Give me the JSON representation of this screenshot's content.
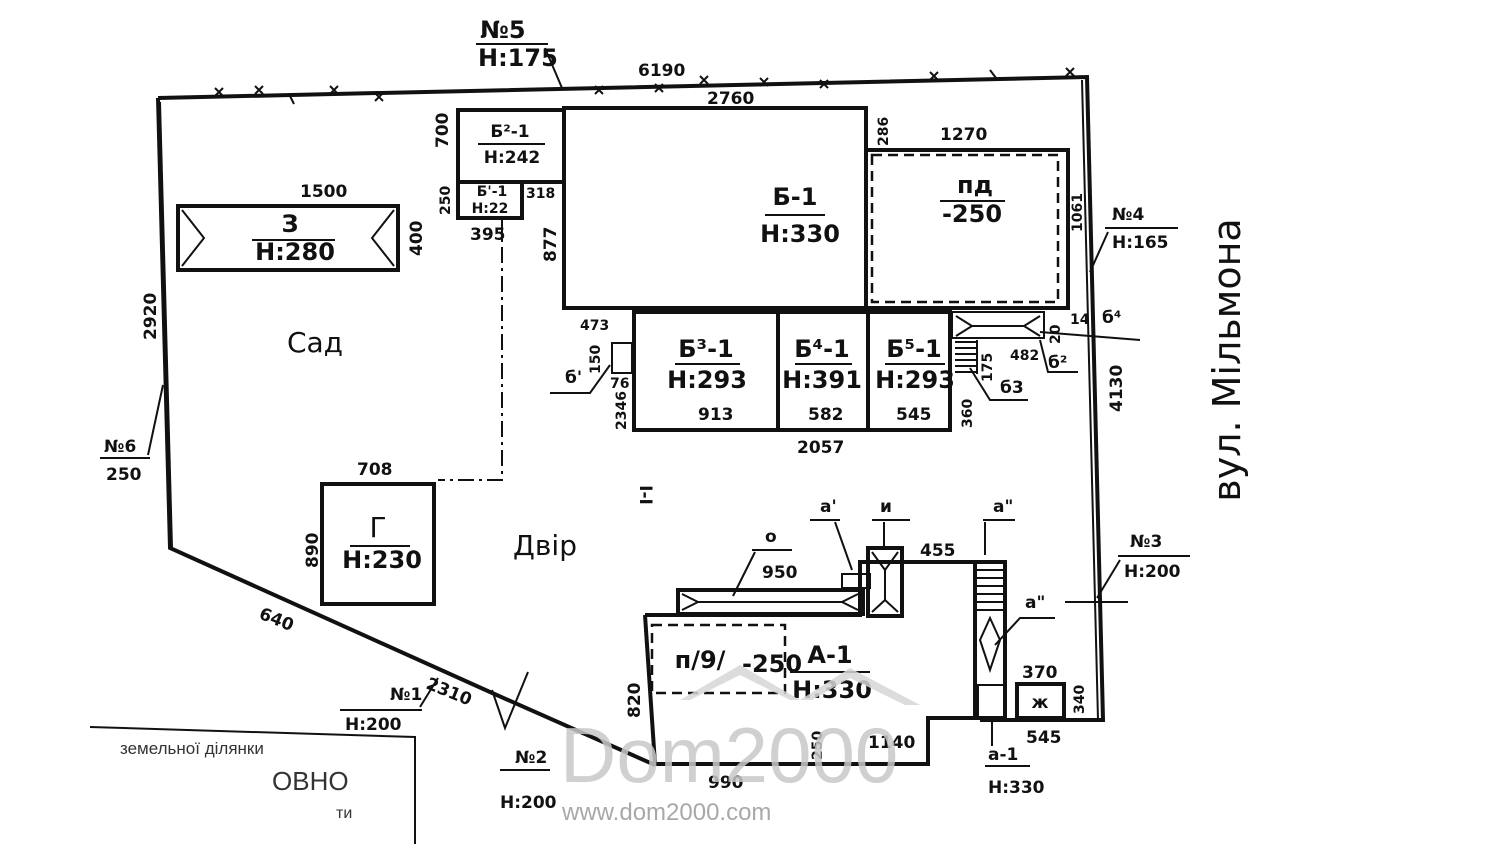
{
  "street": "вул. Мільмона",
  "zones": {
    "garden": "Сад",
    "yard": "Двір",
    "section_mark": "I-I"
  },
  "buildings": {
    "b1": {
      "label": "Б-1",
      "height": "H:330"
    },
    "b2": {
      "label": "Б²-1",
      "height": "H:242"
    },
    "b1_small": {
      "label": "Б'-1",
      "height": "H:22"
    },
    "b3": {
      "label": "Б³-1",
      "height": "H:293"
    },
    "b4": {
      "label": "Б⁴-1",
      "height": "H:391"
    },
    "b5": {
      "label": "Б⁵-1",
      "height": "H:293"
    },
    "pd": {
      "label": "пд",
      "height": "-250"
    },
    "z": {
      "label": "З",
      "height": "H:280"
    },
    "g": {
      "label": "Г",
      "height": "H:230"
    },
    "a1": {
      "label": "А-1",
      "height": "H:330"
    },
    "p9": {
      "label": "п/9/",
      "height": "-250"
    },
    "zh": {
      "label": "ж"
    },
    "a1_porch": {
      "label": "а-1",
      "height": "H:330"
    }
  },
  "markers": {
    "m1": {
      "label": "№1",
      "height": "H:200"
    },
    "m2": {
      "label": "№2",
      "height": "H:200"
    },
    "m3": {
      "label": "№3",
      "height": "H:200"
    },
    "m4": {
      "label": "№4",
      "height": "H:165"
    },
    "m5": {
      "label": "№5",
      "height": "H:175"
    },
    "m6": {
      "label": "№6",
      "height": "250"
    }
  },
  "letters": {
    "b_prime": "б'",
    "b2": "б²",
    "b3": "б3",
    "b4": "б⁴",
    "a_prime": "а'",
    "a_dbl": "а\"",
    "a_dbl2": "а\"",
    "i": "и",
    "o": "о"
  },
  "dimensions": {
    "top_total": "6190",
    "top_inner": "2760",
    "d700": "700",
    "d250": "250",
    "d318": "318",
    "d395": "395",
    "d877": "877",
    "d286": "286",
    "d1270": "1270",
    "d1061": "1061",
    "d1500": "1500",
    "d400": "400",
    "d2920": "2920",
    "d473": "473",
    "d150": "150",
    "d76": "76",
    "d2346": "2346",
    "d913": "913",
    "d582": "582",
    "d545": "545",
    "d2057": "2057",
    "d360": "360",
    "d175": "175",
    "d482": "482",
    "d20": "20",
    "d14": "14",
    "d4130": "4130",
    "d708": "708",
    "d890": "890",
    "d640": "640",
    "d2310": "2310",
    "d950": "950",
    "d455": "455",
    "d820": "820",
    "d990": "990",
    "d1140": "1140",
    "d250b": "250",
    "d370": "370",
    "d340": "340",
    "d545b": "545"
  },
  "stamp": {
    "line1": "земельної ділянки",
    "line2": "ОВНО",
    "line3": "ти"
  },
  "watermark": {
    "logo": "Dom2000",
    "url": "www.dom2000.com"
  }
}
